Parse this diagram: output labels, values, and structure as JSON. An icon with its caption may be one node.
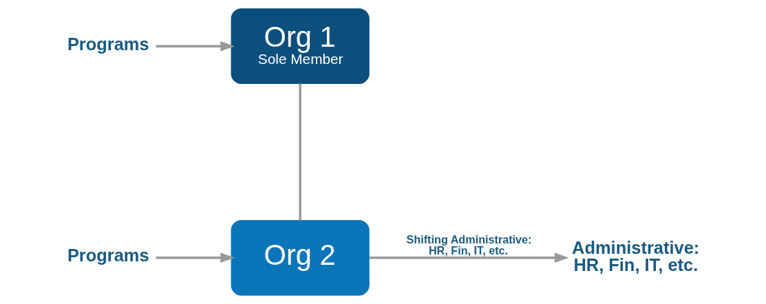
{
  "diagram": {
    "nodes": [
      {
        "text": [
          "Programs"
        ]
      },
      {
        "text": [
          "Org 1",
          "Sole Member"
        ]
      },
      {
        "text": [
          "Administrative: HR, Fin, IT, etc."
        ]
      },
      {
        "text": [
          "Programs"
        ]
      },
      {
        "text": [
          "Org 2"
        ]
      }
    ],
    "edges": [
      {
        "from": 0,
        "to": 1,
        "arrow": "to"
      },
      {
        "from": 3,
        "to": 4,
        "arrow": "to"
      },
      {
        "from": 1,
        "to": 4,
        "arrow": "none"
      },
      {
        "from": 4,
        "to": 2,
        "arrow": "to",
        "label": "Shifting Administrative: HR, Fin, IT, etc."
      }
    ]
  }
}
